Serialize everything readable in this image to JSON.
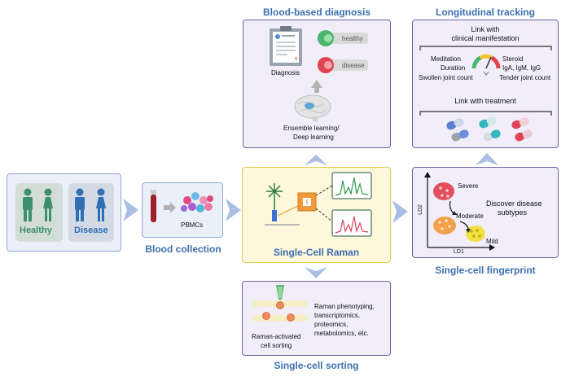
{
  "blood_diagnosis": {
    "title": "Blood-based diagnosis",
    "diagnosis_label": "Diagnosis",
    "healthy_tag": "healthy",
    "disease_tag": "disease",
    "ensemble_line1": "Ensemble learning/",
    "ensemble_line2": "Deep learning"
  },
  "longitudinal": {
    "title": "Longitudinal tracking",
    "link_clinical_line1": "Link with",
    "link_clinical_line2": "clinical manifestation",
    "meditation": "Meditation",
    "duration": "Duration",
    "swollen": "Swollen joint count",
    "steroid": "Steroid",
    "iga": "IgA, IgM, IgG",
    "tender": "Tender joint count",
    "link_treatment": "Link with treatment"
  },
  "subjects": {
    "healthy": "Healthy",
    "disease": "Disease"
  },
  "blood_collection": {
    "pbmcs": "PBMCs",
    "title": "Blood collection"
  },
  "raman": {
    "title": "Single-Cell Raman"
  },
  "fingerprint": {
    "title": "Single-cell fingerprint",
    "severe": "Severe",
    "moderate": "Moderate",
    "mild": "Mild",
    "discover_line1": "Discover disease",
    "discover_line2": "subtypes",
    "ld1": "LD1",
    "ld2": "LD2"
  },
  "sorting": {
    "title": "Single-cell sorting",
    "phenotyping_line1": "Raman phenotyping,",
    "phenotyping_line2": "transcriptomics,",
    "phenotyping_line3": "proteomics,",
    "phenotyping_line4": "metabolomics, etc.",
    "activated_line1": "Raman-activated",
    "activated_line2": "cell sorting"
  },
  "colors": {
    "title_blue": "#3d6fb0",
    "panel_border": "#6d5fa8",
    "panel_fill": "#f1eef9",
    "subjects_green": "#3e8f6e",
    "subjects_blue": "#2f6fb3",
    "raman_fill": "#fdf7dc",
    "raman_border": "#e6c84c",
    "arrow": "#a9bfe3"
  }
}
